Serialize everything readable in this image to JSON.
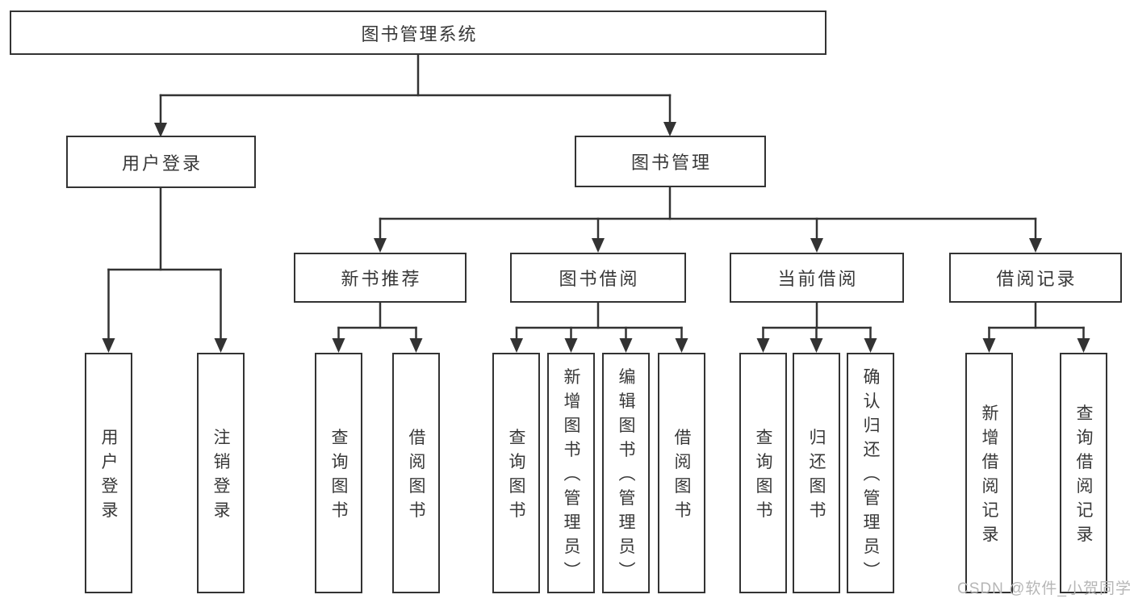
{
  "diagram": {
    "root": {
      "label": "图书管理系统"
    },
    "level2": {
      "user_login": {
        "label": "用户登录"
      },
      "book_management": {
        "label": "图书管理"
      }
    },
    "level3": {
      "new_book_recommendation": {
        "label": "新书推荐"
      },
      "book_borrowing": {
        "label": "图书借阅"
      },
      "current_borrowing": {
        "label": "当前借阅"
      },
      "borrowing_records": {
        "label": "借阅记录"
      }
    },
    "leaves": {
      "user_login": [
        "用户登录",
        "注销登录"
      ],
      "new_book_recommendation": [
        "查询图书",
        "借阅图书"
      ],
      "book_borrowing": [
        "查询图书",
        "新增图书（管理员）",
        "编辑图书（管理员）",
        "借阅图书"
      ],
      "current_borrowing": [
        "查询图书",
        "归还图书",
        "确认归还（管理员）"
      ],
      "borrowing_records": [
        "新增借阅记录",
        "查询借阅记录"
      ]
    },
    "colors": {
      "line": "#333333",
      "box_border": "#333333",
      "text": "#383838",
      "watermark": "#b6b6b6",
      "background": "#ffffff"
    }
  },
  "watermark": {
    "text": "CSDN @软件_小贺同学"
  }
}
